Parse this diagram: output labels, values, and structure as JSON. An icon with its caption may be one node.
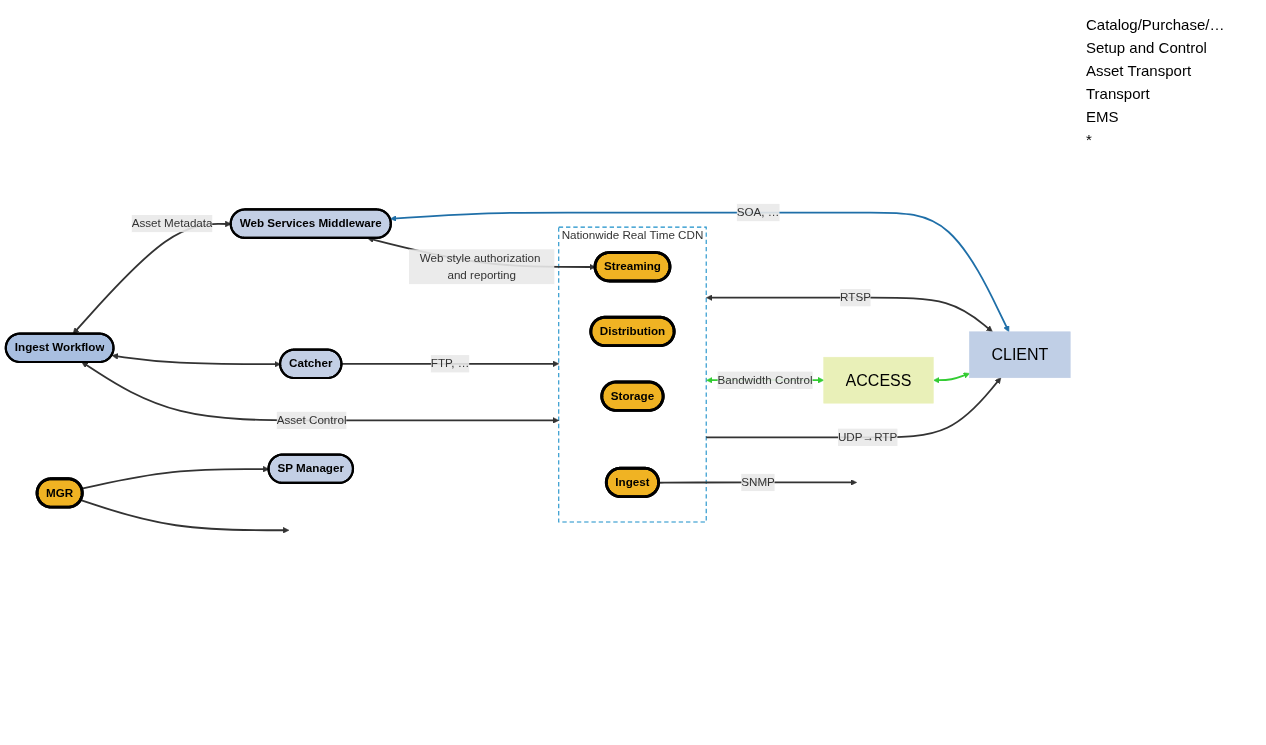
{
  "diagram": {
    "nodes": [
      {
        "text": [
          "Web Services Middleware"
        ]
      },
      {
        "text": [
          "ACCESS"
        ]
      },
      {
        "text": [
          "CLIENT"
        ]
      },
      {
        "text": [
          "Ingest Workflow"
        ]
      },
      {
        "text": [
          "Nationwide Real Time CDN"
        ]
      },
      {
        "text": [
          "Storage"
        ],
        "in": 4
      },
      {
        "text": [
          "Distribution"
        ],
        "in": 4
      },
      {
        "text": [
          "Streaming"
        ],
        "in": 4
      },
      {
        "text": [
          "Ingest"
        ],
        "in": 4
      },
      {
        "text": [
          "Catcher"
        ]
      },
      {
        "text": [
          "MGR"
        ]
      },
      {
        "text": [
          "SP Manager"
        ]
      }
    ],
    "edges": [
      {
        "from": 0,
        "to": 2,
        "arrow": "both",
        "label": "SOA, …",
        "color": "#1f6fa8"
      },
      {
        "from": 3,
        "to": 0,
        "arrow": "both",
        "label": "Asset Metadata"
      },
      {
        "from": 3,
        "to": 4,
        "arrow": "both",
        "label": "Asset Control"
      },
      {
        "from": 0,
        "to": 7,
        "arrow": "both",
        "label": "Web style authorization and reporting"
      },
      {
        "from": 3,
        "to": 9,
        "arrow": "both"
      },
      {
        "from": 9,
        "to": 4,
        "arrow": "to",
        "label": "FTP, …"
      },
      {
        "from": 4,
        "to": 2,
        "arrow": "both",
        "label": "RTSP"
      },
      {
        "from": 4,
        "to": 1,
        "arrow": "both",
        "label": "Bandwidth Control",
        "color": "#33cc33"
      },
      {
        "from": 1,
        "to": 2,
        "arrow": "both",
        "color": "#33cc33"
      },
      {
        "from": 4,
        "to": 2,
        "arrow": "to",
        "label": "UDP→RTP"
      },
      {
        "from": 10,
        "to": 11,
        "arrow": "to"
      },
      {
        "from": 8,
        "to": null,
        "arrow": "to",
        "label": "SNMP"
      },
      {
        "from": 10,
        "to": null,
        "arrow": "to"
      }
    ],
    "labels": [
      "Catalog/Purchase/…",
      "Setup and Control",
      "Asset Transport",
      "Transport",
      "EMS",
      "*"
    ]
  }
}
